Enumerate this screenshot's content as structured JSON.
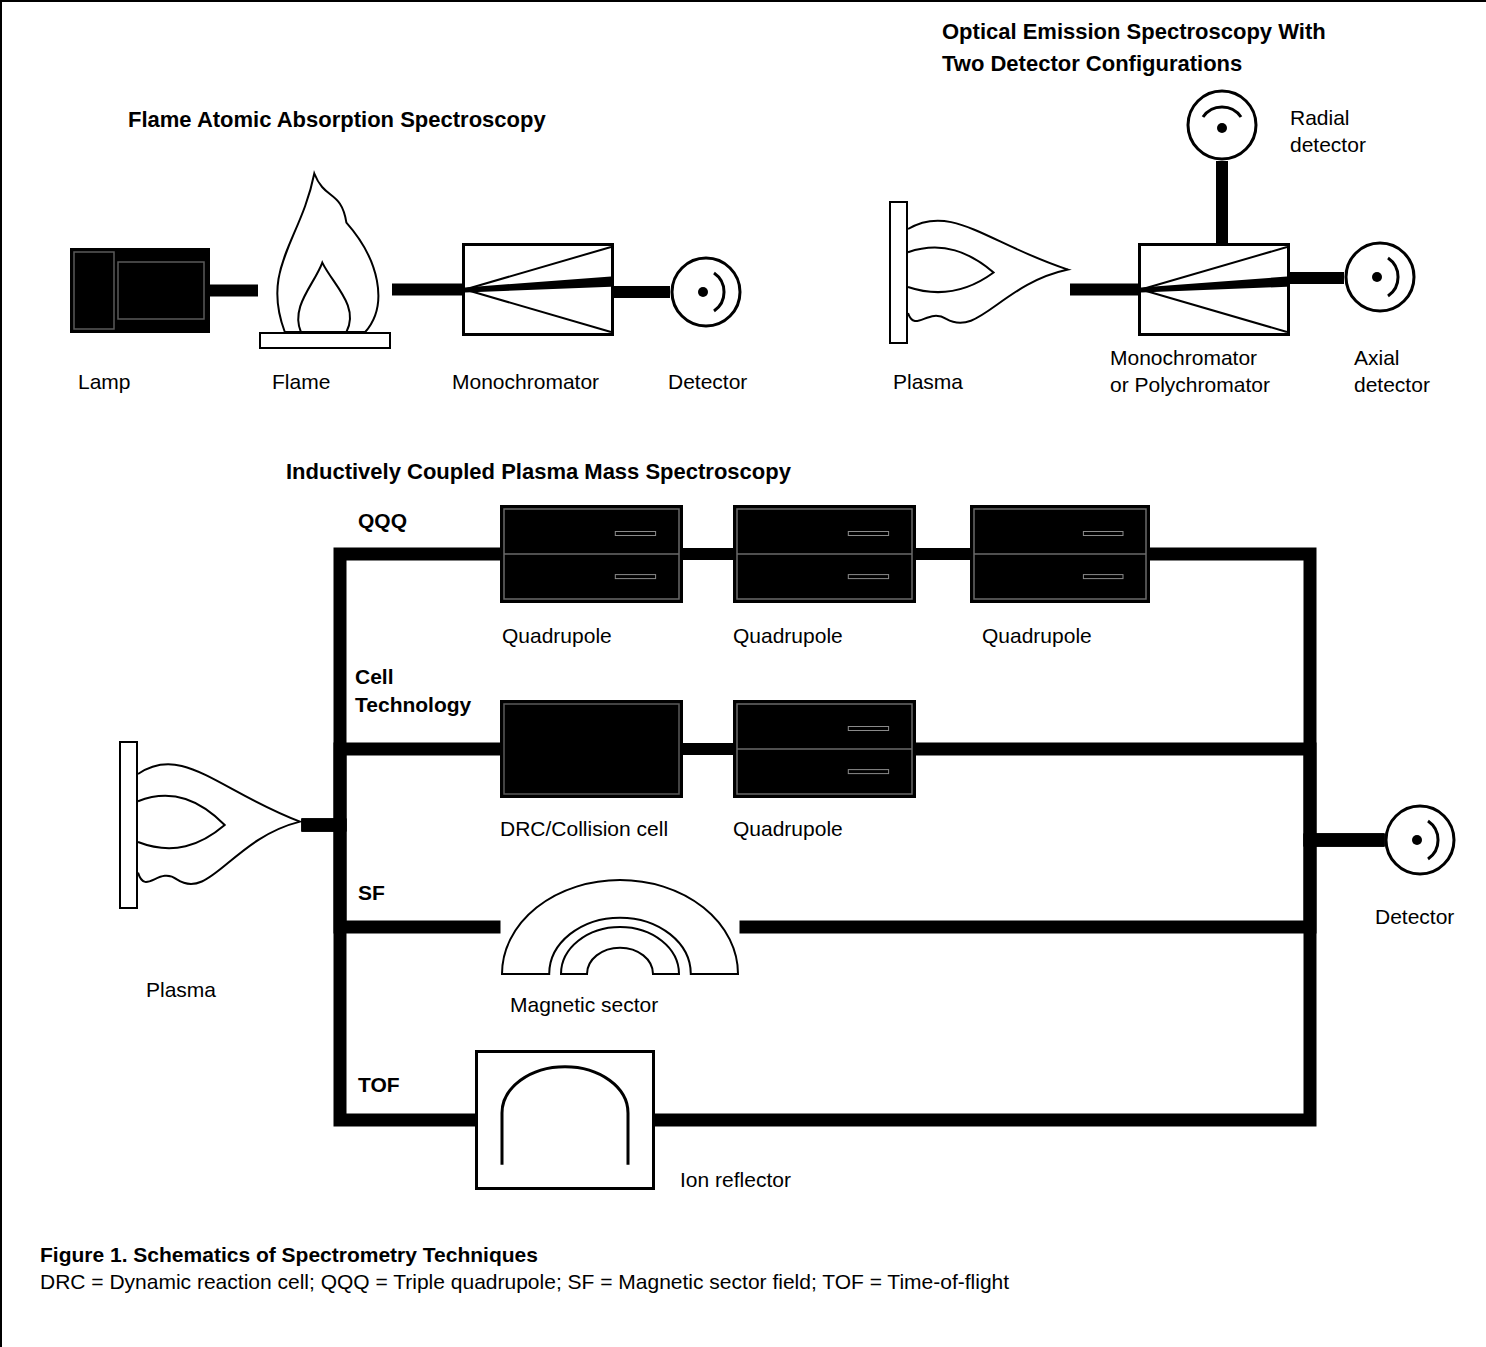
{
  "diagram": {
    "caption": "Figure 1. Schematics of Spectrometry Techniques",
    "nodes": [
      {
        "text": [
          "Lamp"
        ]
      },
      {
        "text": [
          "Flame"
        ]
      },
      {
        "text": [
          "Monochromator"
        ]
      },
      {
        "text": [
          "Detector"
        ]
      },
      {
        "text": [
          "Plasma"
        ]
      },
      {
        "text": [
          "Monochromator or Polychromator"
        ]
      },
      {
        "text": [
          "Radial detector"
        ]
      },
      {
        "text": [
          "Axial detector"
        ]
      },
      {
        "text": [
          "Plasma"
        ]
      },
      {
        "text": [
          "Quadrupole"
        ]
      },
      {
        "text": [
          "Quadrupole"
        ]
      },
      {
        "text": [
          "Quadrupole"
        ]
      },
      {
        "text": [
          "DRC/Collision cell"
        ]
      },
      {
        "text": [
          "Quadrupole"
        ]
      },
      {
        "text": [
          "Magnetic sector"
        ]
      },
      {
        "text": [
          "Ion reflector"
        ]
      },
      {
        "text": [
          "Detector"
        ]
      }
    ],
    "edges": [
      {
        "from": 0,
        "to": 1,
        "arrow": "none"
      },
      {
        "from": 1,
        "to": 2,
        "arrow": "none"
      },
      {
        "from": 2,
        "to": 3,
        "arrow": "none"
      },
      {
        "from": 4,
        "to": 5,
        "arrow": "none"
      },
      {
        "from": 5,
        "to": 6,
        "arrow": "none"
      },
      {
        "from": 5,
        "to": 7,
        "arrow": "none"
      },
      {
        "from": 8,
        "to": 9,
        "arrow": "none"
      },
      {
        "from": 9,
        "to": 10,
        "arrow": "none"
      },
      {
        "from": 10,
        "to": 11,
        "arrow": "none"
      },
      {
        "from": 11,
        "to": 16,
        "arrow": "none"
      },
      {
        "from": 8,
        "to": 12,
        "arrow": "none"
      },
      {
        "from": 12,
        "to": 13,
        "arrow": "none"
      },
      {
        "from": 13,
        "to": 16,
        "arrow": "none"
      },
      {
        "from": 8,
        "to": 14,
        "arrow": "none"
      },
      {
        "from": 14,
        "to": 16,
        "arrow": "none"
      },
      {
        "from": 8,
        "to": 15,
        "arrow": "none"
      },
      {
        "from": 15,
        "to": 16,
        "arrow": "none"
      }
    ],
    "labels": [
      "Flame Atomic Absorption Spectroscopy",
      "Optical Emission Spectroscopy With Two Detector Configurations",
      "Inductively Coupled Plasma Mass Spectroscopy",
      "QQQ",
      "Cell Technology",
      "SF",
      "TOF",
      "DRC = Dynamic reaction cell; QQQ = Triple quadrupole; SF = Magnetic sector field; TOF = Time-of-flight"
    ]
  }
}
